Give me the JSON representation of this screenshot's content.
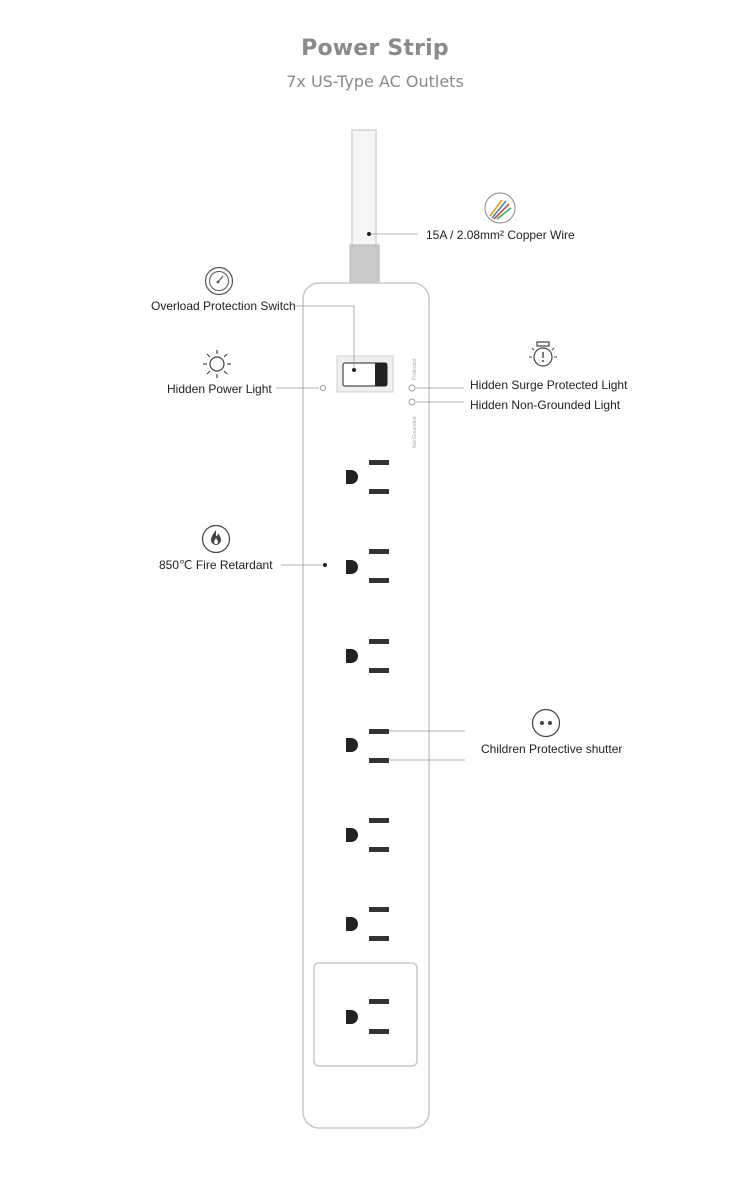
{
  "header": {
    "title": "Power Strip",
    "subtitle": "7x US-Type AC Outlets"
  },
  "features": {
    "copper_wire": "15A / 2.08mm² Copper Wire",
    "overload_switch": "Overload Protection Switch",
    "power_light": "Hidden Power Light",
    "surge_light": "Hidden Surge Protected Light",
    "non_grounded_light": "Hidden Non-Grounded Light",
    "fire_retardant": "850℃ Fire Retardant",
    "shutter": "Children Protective shutter"
  },
  "strip": {
    "outlet_count": 7,
    "indicator_labels": [
      "Protected",
      "Not Grounded"
    ]
  },
  "icons": {
    "wire": "wire-bundle-icon",
    "switch": "gauge-icon",
    "power": "sun-icon",
    "surge": "bulb-alert-icon",
    "fire": "flame-icon",
    "shutter": "shutter-icon"
  },
  "colors": {
    "text_gray": "#8a8a8a",
    "strip_border": "#c8c8c8",
    "outlet": "#222222"
  }
}
